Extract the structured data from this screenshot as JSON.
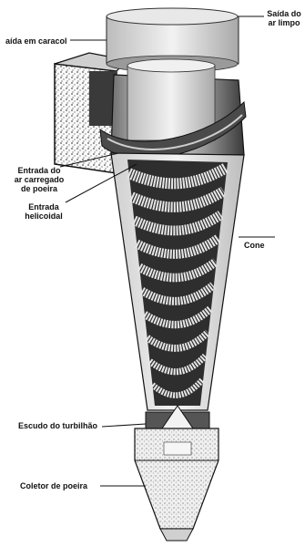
{
  "labels": {
    "saida_caracol": "aída em caracol",
    "saida_ar_limpo_1": "Saída do",
    "saida_ar_limpo_2": "ar limpo",
    "entrada_ar_1": "Entrada do",
    "entrada_ar_2": "ar carregado",
    "entrada_ar_3": "de poeira",
    "entrada_helicoidal_1": "Entrada",
    "entrada_helicoidal_2": "helicoidal",
    "cone": "Cone",
    "escudo": "Escudo do turbilhão",
    "coletor": "Coletor de poeira"
  },
  "colors": {
    "ink": "#111111",
    "dark_metal": "#2b2b2b",
    "mid_metal": "#8a8a8a",
    "light_metal": "#d9d9d9",
    "dust": "#e8e8e8"
  }
}
